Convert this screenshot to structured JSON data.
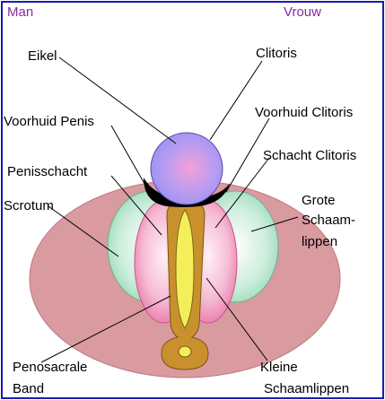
{
  "headers": {
    "left": "Man",
    "right": "Vrouw"
  },
  "labels": {
    "eikel": "Eikel",
    "clitoris": "Clitoris",
    "voorhuid_penis": "Voorhuid Penis",
    "voorhuid_clitoris": "Voorhuid Clitoris",
    "penisschacht": "Penisschacht",
    "schacht_clitoris": "Schacht Clitoris",
    "scrotum": "Scrotum",
    "grote_1": "Grote",
    "grote_2": "Schaam-",
    "grote_3": "lippen",
    "penosacrale_1": "Penosacrale",
    "penosacrale_2": "Band",
    "kleine_1": "Kleine",
    "kleine_2": "Schaamlippen"
  },
  "colors": {
    "border": "#1b1bb0",
    "header_text": "#8a2aa0",
    "outer_ellipse": "#d99aa0",
    "green_lips": "#bfe8d4",
    "pink_lips": "#f2a8c8",
    "band": "#c9912e",
    "shaft_core": "#f4ee5a",
    "glans": "#a898f0",
    "foreskin": "#000000"
  }
}
